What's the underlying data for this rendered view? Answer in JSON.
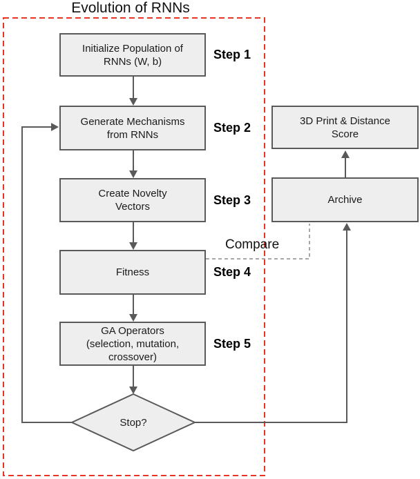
{
  "title": "Evolution of RNNs",
  "compare_label": "Compare",
  "nodes": {
    "initialize": {
      "label": "Initialize Population of\nRNNs (W, b)"
    },
    "generate": {
      "label": "Generate Mechanisms\nfrom RNNs"
    },
    "novelty": {
      "label": "Create Novelty\nVectors"
    },
    "fitness": {
      "label": "Fitness"
    },
    "ga": {
      "label": "GA Operators\n(selection, mutation,\ncrossover)"
    },
    "print": {
      "label": "3D Print & Distance\nScore"
    },
    "archive": {
      "label": "Archive"
    },
    "stop": {
      "label": "Stop?"
    }
  },
  "steps": [
    {
      "label": "Step 1"
    },
    {
      "label": "Step 2"
    },
    {
      "label": "Step 3"
    },
    {
      "label": "Step 4"
    },
    {
      "label": "Step 5"
    }
  ],
  "colors": {
    "boundary_red": "#ea3323",
    "line_gray": "#595959",
    "node_fill": "#eeeeee",
    "node_border": "#595959",
    "compare_dash_gray": "#8a8a8a",
    "text": "#1a1a1a"
  }
}
